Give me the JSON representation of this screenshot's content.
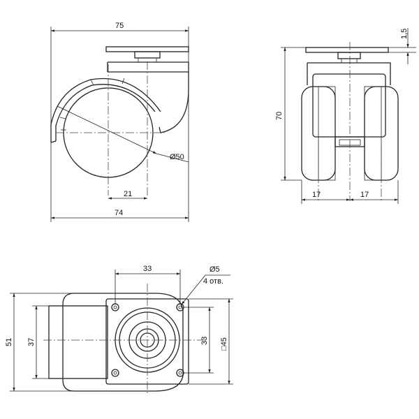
{
  "side_view": {
    "dim_width_top": "75",
    "dim_width_bottom": "74",
    "dim_offset": "21",
    "dim_wheel_diameter": "Ø50"
  },
  "front_view": {
    "dim_plate_thickness": "1,5",
    "dim_height": "70",
    "dim_left": "17",
    "dim_right": "17"
  },
  "top_view": {
    "dim_hole_spacing_x": "33",
    "dim_hole_diameter": "Ø5",
    "dim_hole_count": "4 отв.",
    "dim_total_height": "51",
    "dim_inner_height": "37",
    "dim_hole_spacing_y": "33",
    "dim_plate_size": "□45"
  }
}
